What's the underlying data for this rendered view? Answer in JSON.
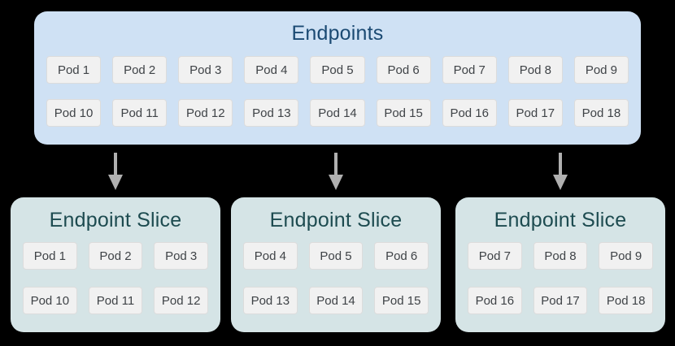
{
  "colors": {
    "canvas-bg": "#000000",
    "endpoints-bg": "#cfe1f4",
    "endpoints-title": "#1b4a73",
    "slice-bg": "#d5e4e6",
    "slice-title": "#1d4b50",
    "pod-bg": "#f1f1f1",
    "pod-border": "#dcdcdc",
    "pod-text": "#3f4347",
    "arrow": "#b0b0b0"
  },
  "endpoints": {
    "title": "Endpoints",
    "row1": [
      "Pod 1",
      "Pod 2",
      "Pod 3",
      "Pod 4",
      "Pod 5",
      "Pod 6",
      "Pod 7",
      "Pod 8",
      "Pod 9"
    ],
    "row2": [
      "Pod 10",
      "Pod 11",
      "Pod 12",
      "Pod 13",
      "Pod 14",
      "Pod 15",
      "Pod 16",
      "Pod 17",
      "Pod 18"
    ]
  },
  "slices": [
    {
      "title": "Endpoint Slice",
      "row1": [
        "Pod 1",
        "Pod 2",
        "Pod 3"
      ],
      "row2": [
        "Pod 10",
        "Pod 11",
        "Pod 12"
      ]
    },
    {
      "title": "Endpoint Slice",
      "row1": [
        "Pod 4",
        "Pod 5",
        "Pod 6"
      ],
      "row2": [
        "Pod 13",
        "Pod 14",
        "Pod 15"
      ]
    },
    {
      "title": "Endpoint Slice",
      "row1": [
        "Pod 7",
        "Pod 8",
        "Pod 9"
      ],
      "row2": [
        "Pod 16",
        "Pod 17",
        "Pod 18"
      ]
    }
  ]
}
